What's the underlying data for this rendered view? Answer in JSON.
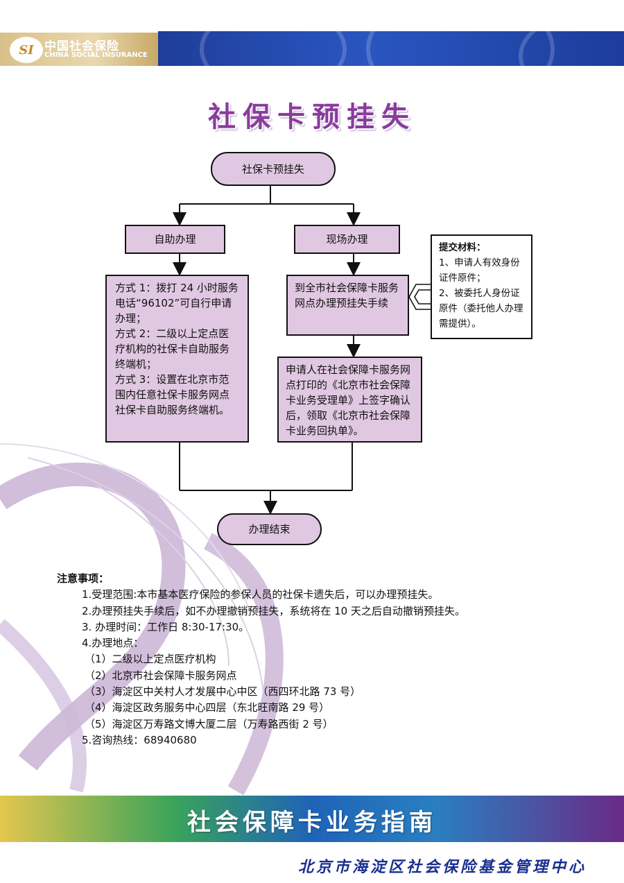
{
  "header": {
    "logo_mark": "SI",
    "logo_cn": "中国社会保险",
    "logo_en": "CHINA SOCIAL INSURANCE"
  },
  "page_title": "社保卡预挂失",
  "flow": {
    "start": "社保卡预挂失",
    "self_service": "自助办理",
    "onsite": "现场办理",
    "self_methods": [
      "方式 1：拨打 24 小时服务电话“96102”可自行申请办理；",
      "方式 2：二级以上定点医疗机构的社保卡自助服务终端机；",
      "方式 3：设置在北京市范围内任意社保卡服务网点社保卡自助服务终端机。"
    ],
    "onsite_step1": "到全市社会保障卡服务网点办理预挂失手续",
    "onsite_step2": "申请人在社会保障卡服务网点打印的《北京市社会保障卡业务受理单》上签字确认后，领取《北京市社会保障卡业务回执单》。",
    "end": "办理结束"
  },
  "materials": {
    "title": "提交材料：",
    "items": [
      "1、申请人有效身份证件原件；",
      "2、被委托人身份证原件（委托他人办理需提供）。"
    ]
  },
  "notes": {
    "title": "注意事项：",
    "item1": "1.受理范围:本市基本医疗保险的参保人员的社保卡遗失后，可以办理预挂失。",
    "item2": "2.办理预挂失手续后，如不办理撤销预挂失，系统将在 10 天之后自动撤销预挂失。",
    "item3": "3. 办理时间：工作日 8:30-17:30。",
    "item4": "4.办理地点：",
    "locations": [
      "（1）二级以上定点医疗机构",
      "（2）北京市社会保障卡服务网点",
      "（3）海淀区中关村人才发展中心中区（西四环北路 73 号）",
      "（4）海淀区政务服务中心四层（东北旺南路 29 号）",
      "（5）海淀区万寿路文博大厦二层（万寿路西街 2 号）"
    ],
    "item5": "5.咨询热线：68940680"
  },
  "footer": {
    "title": "社会保障卡业务指南",
    "org": "北京市海淀区社会保险基金管理中心"
  },
  "colors": {
    "box_fill": "#e1c8e2",
    "title_purple": "#8a3b9c",
    "header_blue": "#1f3d9a",
    "footer_org_blue": "#1a2e8f"
  }
}
